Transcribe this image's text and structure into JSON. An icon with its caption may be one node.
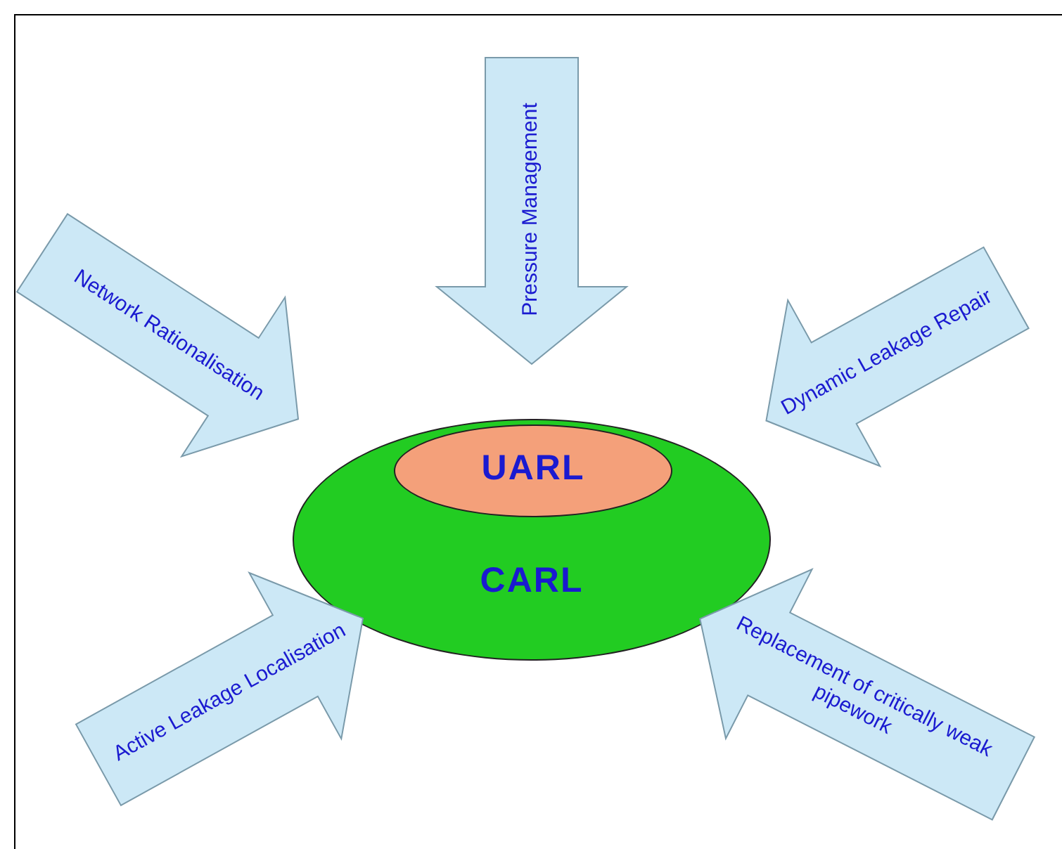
{
  "diagram": {
    "nodes": [
      {
        "text": [
          "Pressure Management"
        ]
      },
      {
        "text": [
          "Network Rationalisation"
        ]
      },
      {
        "text": [
          "Dynamic Leakage Repair"
        ]
      },
      {
        "text": [
          "CARL"
        ]
      },
      {
        "text": [
          "UARL"
        ],
        "in": 3
      },
      {
        "text": [
          "Active Leakage Localisation"
        ]
      },
      {
        "text": [
          "Replacement of critically weak pipework"
        ]
      }
    ]
  }
}
